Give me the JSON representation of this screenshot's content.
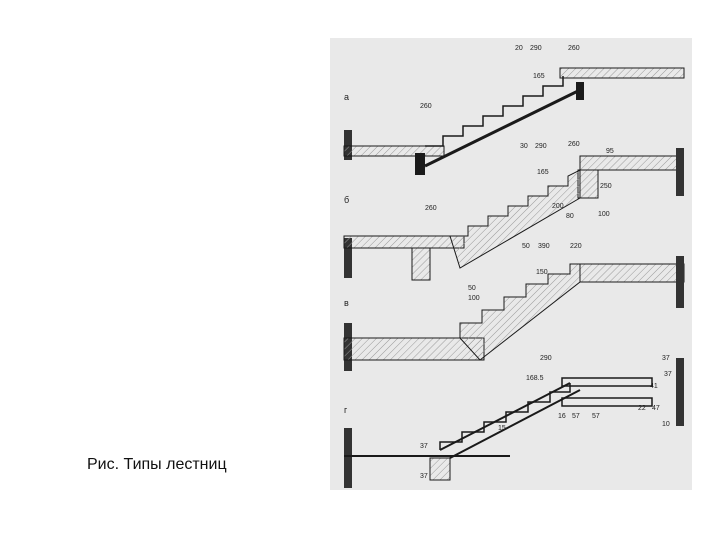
{
  "caption": "Рис. Типы лестниц",
  "panels": [
    {
      "letter": "а",
      "dims": [
        "20",
        "290",
        "260",
        "165",
        "260"
      ]
    },
    {
      "letter": "б",
      "dims": [
        "30",
        "290",
        "260",
        "95",
        "165",
        "200",
        "250",
        "260",
        "80",
        "100"
      ]
    },
    {
      "letter": "в",
      "dims": [
        "50",
        "390",
        "220",
        "150",
        "100",
        "50"
      ]
    },
    {
      "letter": "г",
      "dims": [
        "290",
        "168.5",
        "37",
        "37",
        "15",
        "16",
        "57",
        "57",
        "41",
        "47",
        "37",
        "22",
        "10",
        "37"
      ]
    }
  ],
  "colors": {
    "paper": "#e9e9e9",
    "ink": "#1a1a1a",
    "hatch": "#bdbdbd"
  }
}
